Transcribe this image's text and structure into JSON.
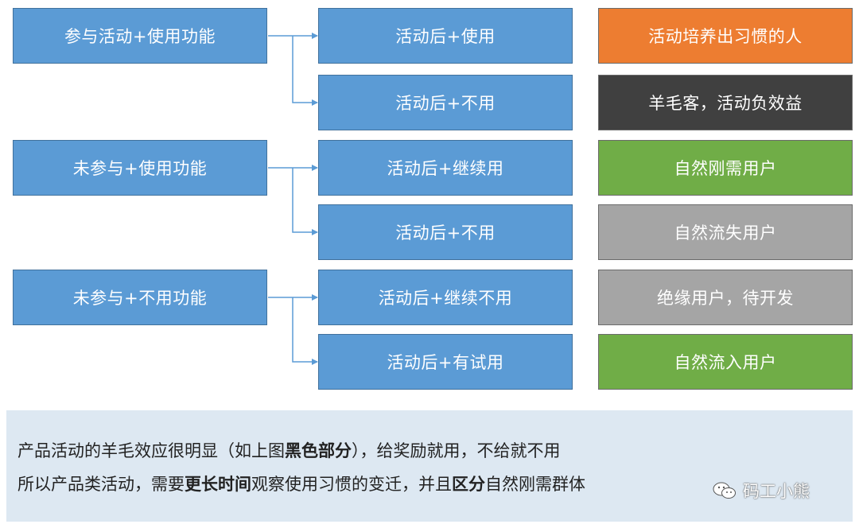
{
  "sources": [
    "参与活动+使用功能",
    "未参与+使用功能",
    "未参与+不用功能"
  ],
  "behaviors": [
    "活动后+使用",
    "活动后+不用",
    "活动后+继续用",
    "活动后+不用",
    "活动后+继续不用",
    "活动后+有试用"
  ],
  "results": [
    {
      "label": "活动培养出习惯的人",
      "color": "#ed7d31"
    },
    {
      "label": "羊毛客，活动负效益",
      "color": "#404040"
    },
    {
      "label": "自然刚需用户",
      "color": "#70ad47"
    },
    {
      "label": "自然流失用户",
      "color": "#a5a5a5"
    },
    {
      "label": "绝缘用户，待开发",
      "color": "#a5a5a5"
    },
    {
      "label": "自然流入用户",
      "color": "#70ad47"
    }
  ],
  "note": {
    "line1": {
      "a": "产品活动的羊毛效应很明显（如上图",
      "b": "黑色部分",
      "c": "），给奖励就用，不给就不用"
    },
    "line2": {
      "a": "所以产品类活动，需要",
      "b": "更长时间",
      "c": "观察使用习惯的变迁，并且",
      "d": "区分",
      "e": "自然刚需群体"
    }
  },
  "watermark": "码工小熊",
  "colors": {
    "box_blue": "#5b9bd5",
    "box_border": "#41719c",
    "connector": "#5b9bd5",
    "note_bg": "#dde8f2"
  }
}
